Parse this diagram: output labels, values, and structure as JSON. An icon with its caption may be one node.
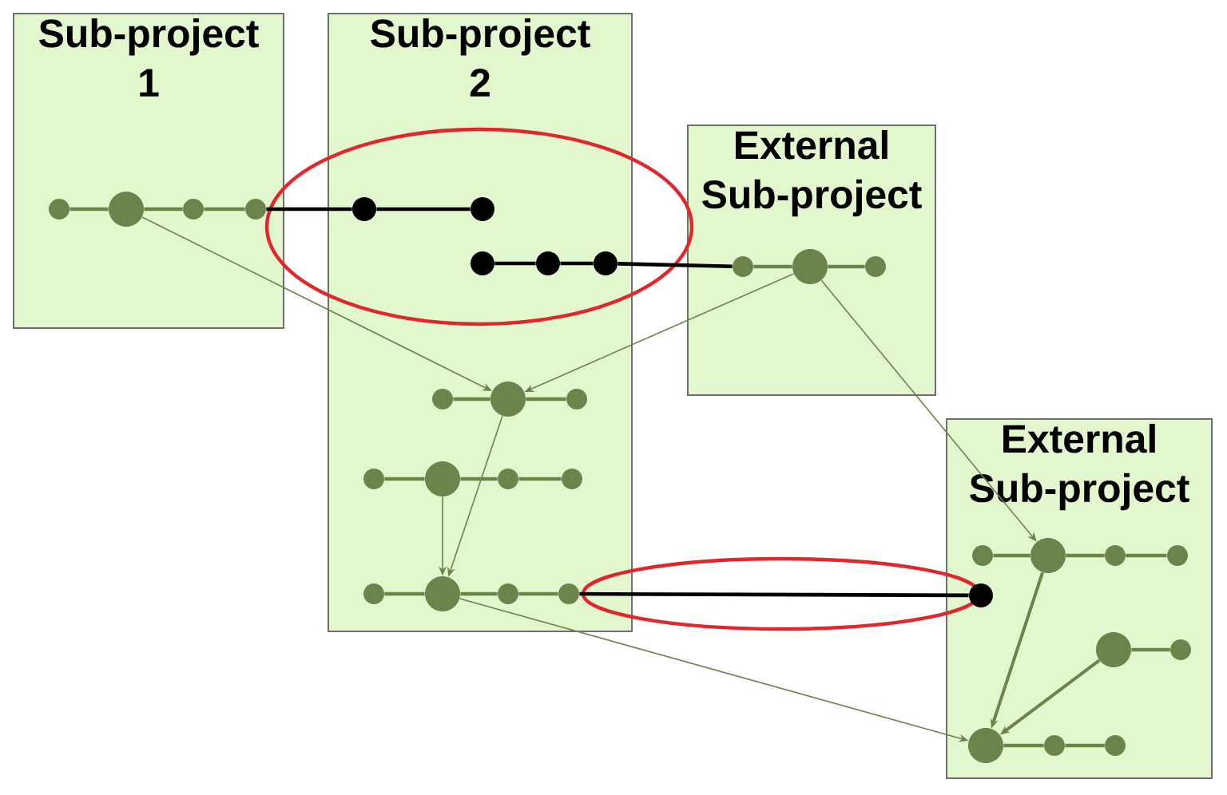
{
  "diagram": {
    "nodes": [
      {
        "text": [
          "Sub-project 1"
        ]
      },
      {
        "text": [],
        "shape": "circle",
        "in": 0
      },
      {
        "text": [],
        "shape": "circle",
        "in": 0
      },
      {
        "text": [],
        "shape": "circle",
        "in": 0
      },
      {
        "text": [],
        "shape": "circle",
        "in": 0
      },
      {
        "text": [
          "Sub-project 2"
        ]
      },
      {
        "text": [],
        "shape": "circle",
        "in": 5
      },
      {
        "text": [],
        "shape": "circle",
        "in": 5
      },
      {
        "text": [],
        "shape": "circle",
        "in": 5
      },
      {
        "text": [],
        "shape": "circle",
        "in": 5
      },
      {
        "text": [],
        "shape": "circle",
        "in": 5
      },
      {
        "text": [],
        "shape": "circle",
        "in": 5
      },
      {
        "text": [],
        "shape": "circle",
        "in": 5
      },
      {
        "text": [],
        "shape": "circle",
        "in": 5
      },
      {
        "text": [],
        "shape": "circle",
        "in": 5
      },
      {
        "text": [],
        "shape": "circle",
        "in": 5
      },
      {
        "text": [],
        "shape": "circle",
        "in": 5
      },
      {
        "text": [],
        "shape": "circle",
        "in": 5
      },
      {
        "text": [],
        "shape": "circle",
        "in": 5
      },
      {
        "text": [],
        "shape": "circle",
        "in": 5
      },
      {
        "text": [],
        "shape": "circle",
        "in": 5
      },
      {
        "text": [],
        "shape": "circle",
        "in": 5
      },
      {
        "text": [
          "External Sub-project"
        ]
      },
      {
        "text": [],
        "shape": "circle",
        "in": 22
      },
      {
        "text": [],
        "shape": "circle",
        "in": 22
      },
      {
        "text": [],
        "shape": "circle",
        "in": 22
      },
      {
        "text": [
          "External Sub-project"
        ]
      },
      {
        "text": [],
        "shape": "circle",
        "in": 26
      },
      {
        "text": [],
        "shape": "circle",
        "in": 26
      },
      {
        "text": [],
        "shape": "circle",
        "in": 26
      },
      {
        "text": [],
        "shape": "circle",
        "in": 26
      },
      {
        "text": [],
        "shape": "circle",
        "in": 26
      },
      {
        "text": [],
        "shape": "circle",
        "in": 26
      },
      {
        "text": [],
        "shape": "circle",
        "in": 26
      },
      {
        "text": [],
        "shape": "circle",
        "in": 26
      },
      {
        "text": [],
        "shape": "circle",
        "in": 26
      },
      {
        "text": [],
        "shape": "circle",
        "in": 26
      }
    ],
    "edges": [
      {
        "from": 1,
        "to": 2,
        "arrow": "none"
      },
      {
        "from": 2,
        "to": 3,
        "arrow": "none"
      },
      {
        "from": 3,
        "to": 4,
        "arrow": "none"
      },
      {
        "from": 4,
        "to": 6,
        "arrow": "none",
        "color": "#000000"
      },
      {
        "from": 6,
        "to": 7,
        "arrow": "none",
        "color": "#000000"
      },
      {
        "from": 8,
        "to": 9,
        "arrow": "none",
        "color": "#000000"
      },
      {
        "from": 9,
        "to": 10,
        "arrow": "none",
        "color": "#000000"
      },
      {
        "from": 10,
        "to": 23,
        "arrow": "none",
        "color": "#000000"
      },
      {
        "from": 23,
        "to": 24,
        "arrow": "none"
      },
      {
        "from": 24,
        "to": 25,
        "arrow": "none"
      },
      {
        "from": 11,
        "to": 12,
        "arrow": "none"
      },
      {
        "from": 12,
        "to": 13,
        "arrow": "none"
      },
      {
        "from": 14,
        "to": 15,
        "arrow": "none"
      },
      {
        "from": 15,
        "to": 16,
        "arrow": "none"
      },
      {
        "from": 16,
        "to": 17,
        "arrow": "none"
      },
      {
        "from": 18,
        "to": 19,
        "arrow": "none"
      },
      {
        "from": 19,
        "to": 20,
        "arrow": "none"
      },
      {
        "from": 20,
        "to": 21,
        "arrow": "none"
      },
      {
        "from": 21,
        "to": 31,
        "arrow": "none",
        "color": "#000000"
      },
      {
        "from": 27,
        "to": 28,
        "arrow": "none"
      },
      {
        "from": 28,
        "to": 29,
        "arrow": "none"
      },
      {
        "from": 29,
        "to": 30,
        "arrow": "none"
      },
      {
        "from": 32,
        "to": 33,
        "arrow": "none"
      },
      {
        "from": 34,
        "to": 35,
        "arrow": "none"
      },
      {
        "from": 35,
        "to": 36,
        "arrow": "none"
      },
      {
        "from": 2,
        "to": 12,
        "arrow": "to"
      },
      {
        "from": 24,
        "to": 12,
        "arrow": "to"
      },
      {
        "from": 12,
        "to": 19,
        "arrow": "to"
      },
      {
        "from": 15,
        "to": 19,
        "arrow": "to"
      },
      {
        "from": 19,
        "to": 34,
        "arrow": "to"
      },
      {
        "from": 24,
        "to": 28,
        "arrow": "to"
      },
      {
        "from": 28,
        "to": 34,
        "arrow": "to"
      },
      {
        "from": 32,
        "to": 34,
        "arrow": "to"
      }
    ]
  }
}
